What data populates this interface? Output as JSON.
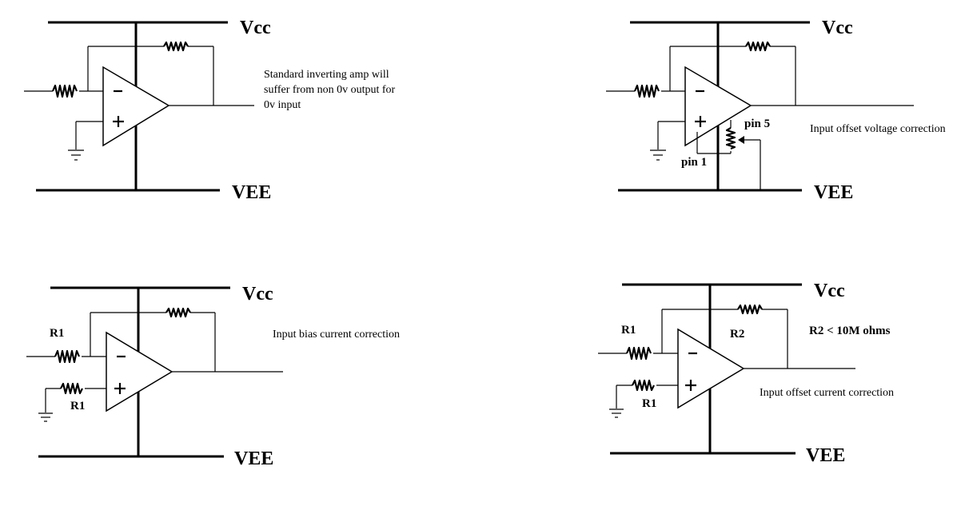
{
  "circuits": [
    {
      "id": "top-left",
      "vcc": "Vcc",
      "vee": "VEE",
      "note": [
        "Standard inverting amp will",
        "suffer from non 0v output for",
        "0v input"
      ]
    },
    {
      "id": "top-right",
      "vcc": "Vcc",
      "vee": "VEE",
      "note": [
        "Input offset voltage correction"
      ],
      "pin5": "pin 5",
      "pin1": "pin 1"
    },
    {
      "id": "bottom-left",
      "vcc": "Vcc",
      "vee": "VEE",
      "note": [
        "Input bias current correction"
      ],
      "r1_in": "R1",
      "r1_plus": "R1"
    },
    {
      "id": "bottom-right",
      "vcc": "Vcc",
      "vee": "VEE",
      "note": [
        "Input offset current correction"
      ],
      "r1_in": "R1",
      "r2": "R2",
      "r2_condition": "R2 < 10M ohms",
      "r1_plus": "R1"
    }
  ],
  "colors": {
    "ink": "#000000",
    "background": "#ffffff"
  }
}
